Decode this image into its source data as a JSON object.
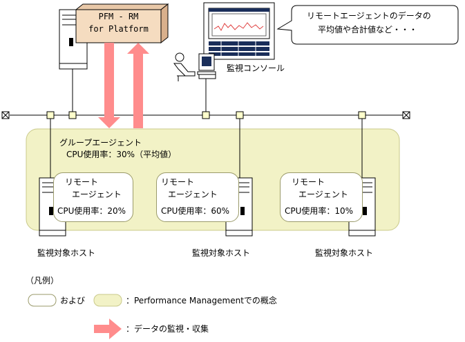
{
  "server": {
    "line1": "PFM - RM",
    "line2": "for Platform"
  },
  "console": {
    "label": "監視コンソール"
  },
  "callout": {
    "line1": "リモートエージェントのデータの",
    "line2": "平均値や合計値など・・・"
  },
  "group_agent": {
    "title": "グループエージェント",
    "cpu": "CPU使用率：30%（平均値）"
  },
  "remote_agents": [
    {
      "line1": "リモート",
      "line2": "エージェント",
      "cpu": "CPU使用率：20%"
    },
    {
      "line1": "リモート",
      "line2": "エージェント",
      "cpu": "CPU使用率：60%"
    },
    {
      "line1": "リモート",
      "line2": "エージェント",
      "cpu": "CPU使用率：10%"
    }
  ],
  "hosts": [
    "監視対象ホスト",
    "監視対象ホスト",
    "監視対象ホスト"
  ],
  "legend": {
    "title": "（凡例）",
    "and": "および",
    "concept": "：Performance Managementでの概念",
    "arrow": "：データの監視・収集"
  },
  "colors": {
    "group_fill": "#f2f2c6",
    "group_stroke": "#c9c98a",
    "server_fill": "#f5dcc0",
    "arrow": "#ff8c8c"
  }
}
